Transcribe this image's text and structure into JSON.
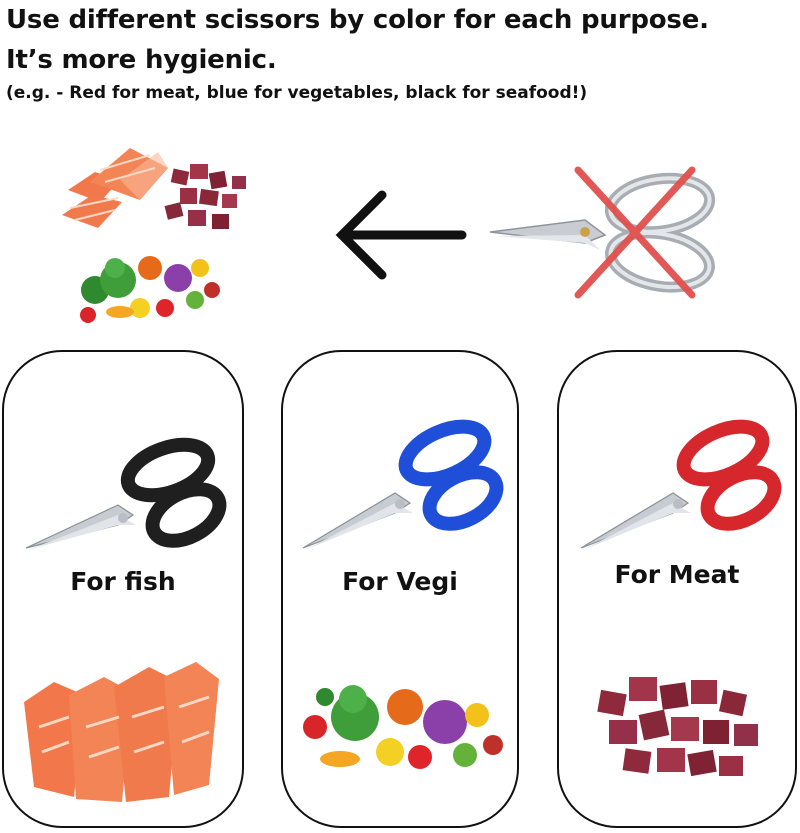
{
  "header": {
    "line1": "Use different scissors by color for each purpose.",
    "line2": "It’s more hygienic.",
    "line3": "(e.g. - Red for meat, blue for vegetables, black for seafood!)"
  },
  "colors": {
    "black_handle": "#1f1f1f",
    "blue_handle": "#1f4fd8",
    "red_handle": "#d6282c",
    "cross": "#e0504d",
    "salmon": "#f2784b",
    "meat": "#8e2a3c"
  },
  "panels": [
    {
      "label": "For fish",
      "handle_color": "#1f1f1f",
      "food": "salmon"
    },
    {
      "label": "For Vegi",
      "handle_color": "#1f4fd8",
      "food": "vegetables"
    },
    {
      "label": "For Meat",
      "handle_color": "#d6282c",
      "food": "meat"
    }
  ]
}
